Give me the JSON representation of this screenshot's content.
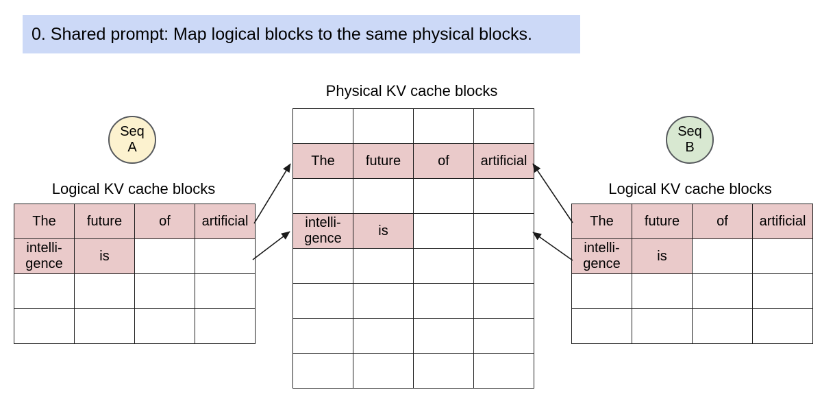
{
  "banner": {
    "text": "0. Shared prompt: Map logical blocks to the same physical blocks."
  },
  "colors": {
    "banner_bg": "#ccd9f7",
    "cell_pink": "#eacaca",
    "seq_a_bg": "#fcf2cf",
    "seq_b_bg": "#d8e8d1",
    "circle_border": "#55585c",
    "grid_line": "#1c1c1c",
    "arrow": "#1a1a1a"
  },
  "physical": {
    "title": "Physical KV cache blocks",
    "rows": [
      [
        {
          "t": ""
        },
        {
          "t": ""
        },
        {
          "t": ""
        },
        {
          "t": ""
        }
      ],
      [
        {
          "t": "The",
          "f": true
        },
        {
          "t": "future",
          "f": true
        },
        {
          "t": "of",
          "f": true
        },
        {
          "t": "artificial",
          "f": true
        }
      ],
      [
        {
          "t": ""
        },
        {
          "t": ""
        },
        {
          "t": ""
        },
        {
          "t": ""
        }
      ],
      [
        {
          "t": "intelli-\ngence",
          "f": true
        },
        {
          "t": "is",
          "f": true
        },
        {
          "t": ""
        },
        {
          "t": ""
        }
      ],
      [
        {
          "t": ""
        },
        {
          "t": ""
        },
        {
          "t": ""
        },
        {
          "t": ""
        }
      ],
      [
        {
          "t": ""
        },
        {
          "t": ""
        },
        {
          "t": ""
        },
        {
          "t": ""
        }
      ],
      [
        {
          "t": ""
        },
        {
          "t": ""
        },
        {
          "t": ""
        },
        {
          "t": ""
        }
      ],
      [
        {
          "t": ""
        },
        {
          "t": ""
        },
        {
          "t": ""
        },
        {
          "t": ""
        }
      ]
    ]
  },
  "seq_a": {
    "badge_line1": "Seq",
    "badge_line2": "A",
    "table_title": "Logical KV cache blocks",
    "rows": [
      [
        {
          "t": "The",
          "f": true
        },
        {
          "t": "future",
          "f": true
        },
        {
          "t": "of",
          "f": true
        },
        {
          "t": "artificial",
          "f": true
        }
      ],
      [
        {
          "t": "intelli-\ngence",
          "f": true
        },
        {
          "t": "is",
          "f": true
        },
        {
          "t": ""
        },
        {
          "t": ""
        }
      ],
      [
        {
          "t": ""
        },
        {
          "t": ""
        },
        {
          "t": ""
        },
        {
          "t": ""
        }
      ],
      [
        {
          "t": ""
        },
        {
          "t": ""
        },
        {
          "t": ""
        },
        {
          "t": ""
        }
      ]
    ]
  },
  "seq_b": {
    "badge_line1": "Seq",
    "badge_line2": "B",
    "table_title": "Logical KV cache blocks",
    "rows": [
      [
        {
          "t": "The",
          "f": true
        },
        {
          "t": "future",
          "f": true
        },
        {
          "t": "of",
          "f": true
        },
        {
          "t": "artificial",
          "f": true
        }
      ],
      [
        {
          "t": "intelli-\ngence",
          "f": true
        },
        {
          "t": "is",
          "f": true
        },
        {
          "t": ""
        },
        {
          "t": ""
        }
      ],
      [
        {
          "t": ""
        },
        {
          "t": ""
        },
        {
          "t": ""
        },
        {
          "t": ""
        }
      ],
      [
        {
          "t": ""
        },
        {
          "t": ""
        },
        {
          "t": ""
        },
        {
          "t": ""
        }
      ]
    ]
  }
}
